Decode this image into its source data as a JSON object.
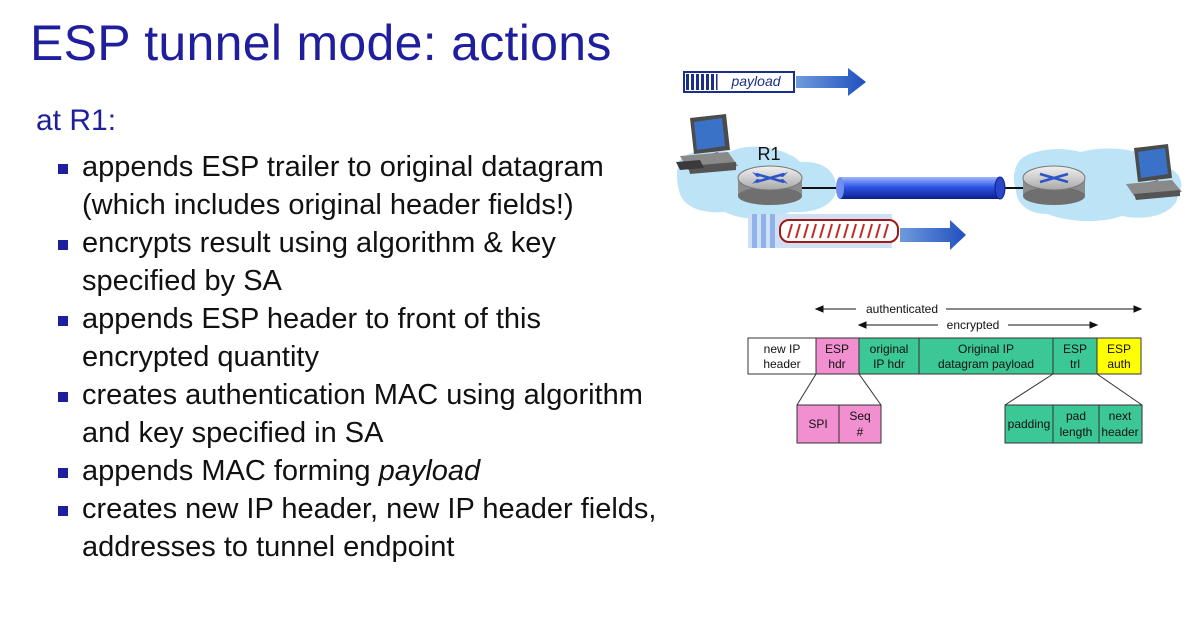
{
  "title": "ESP tunnel mode: actions",
  "subhead": "at R1:",
  "bullets": [
    {
      "text": "appends ESP trailer to original datagram (which includes original header fields!)",
      "italic_tail": ""
    },
    {
      "text": "encrypts result using algorithm & key specified by SA",
      "italic_tail": ""
    },
    {
      "text": "appends ESP header to front of this encrypted quantity",
      "italic_tail": ""
    },
    {
      "text": "creates authentication MAC using algorithm and key specified in SA",
      "italic_tail": ""
    },
    {
      "text": "appends MAC forming ",
      "italic_tail": "payload"
    },
    {
      "text": "creates new IP header, new IP header fields, addresses to tunnel endpoint",
      "italic_tail": ""
    }
  ],
  "network": {
    "payload_label": "payload",
    "router_label": "R1"
  },
  "packet": {
    "authenticated_label": "authenticated",
    "encrypted_label": "encrypted",
    "fields": [
      {
        "line1": "new IP",
        "line2": "header",
        "color": "#ffffff"
      },
      {
        "line1": "ESP",
        "line2": "hdr",
        "color": "#f28fd0"
      },
      {
        "line1": "original",
        "line2": "IP hdr",
        "color": "#3cc796"
      },
      {
        "line1": "Original IP",
        "line2": "datagram payload",
        "color": "#3cc796"
      },
      {
        "line1": "ESP",
        "line2": "trl",
        "color": "#3cc796"
      },
      {
        "line1": "ESP",
        "line2": "auth",
        "color": "#ffff00"
      }
    ],
    "hdr_detail": [
      {
        "line1": "SPI",
        "line2": "",
        "color": "#f28fd0"
      },
      {
        "line1": "Seq",
        "line2": "#",
        "color": "#f28fd0"
      }
    ],
    "trl_detail": [
      {
        "line1": "padding",
        "line2": "",
        "color": "#3cc796"
      },
      {
        "line1": "pad",
        "line2": "length",
        "color": "#3cc796"
      },
      {
        "line1": "next",
        "line2": "header",
        "color": "#3cc796"
      }
    ]
  }
}
